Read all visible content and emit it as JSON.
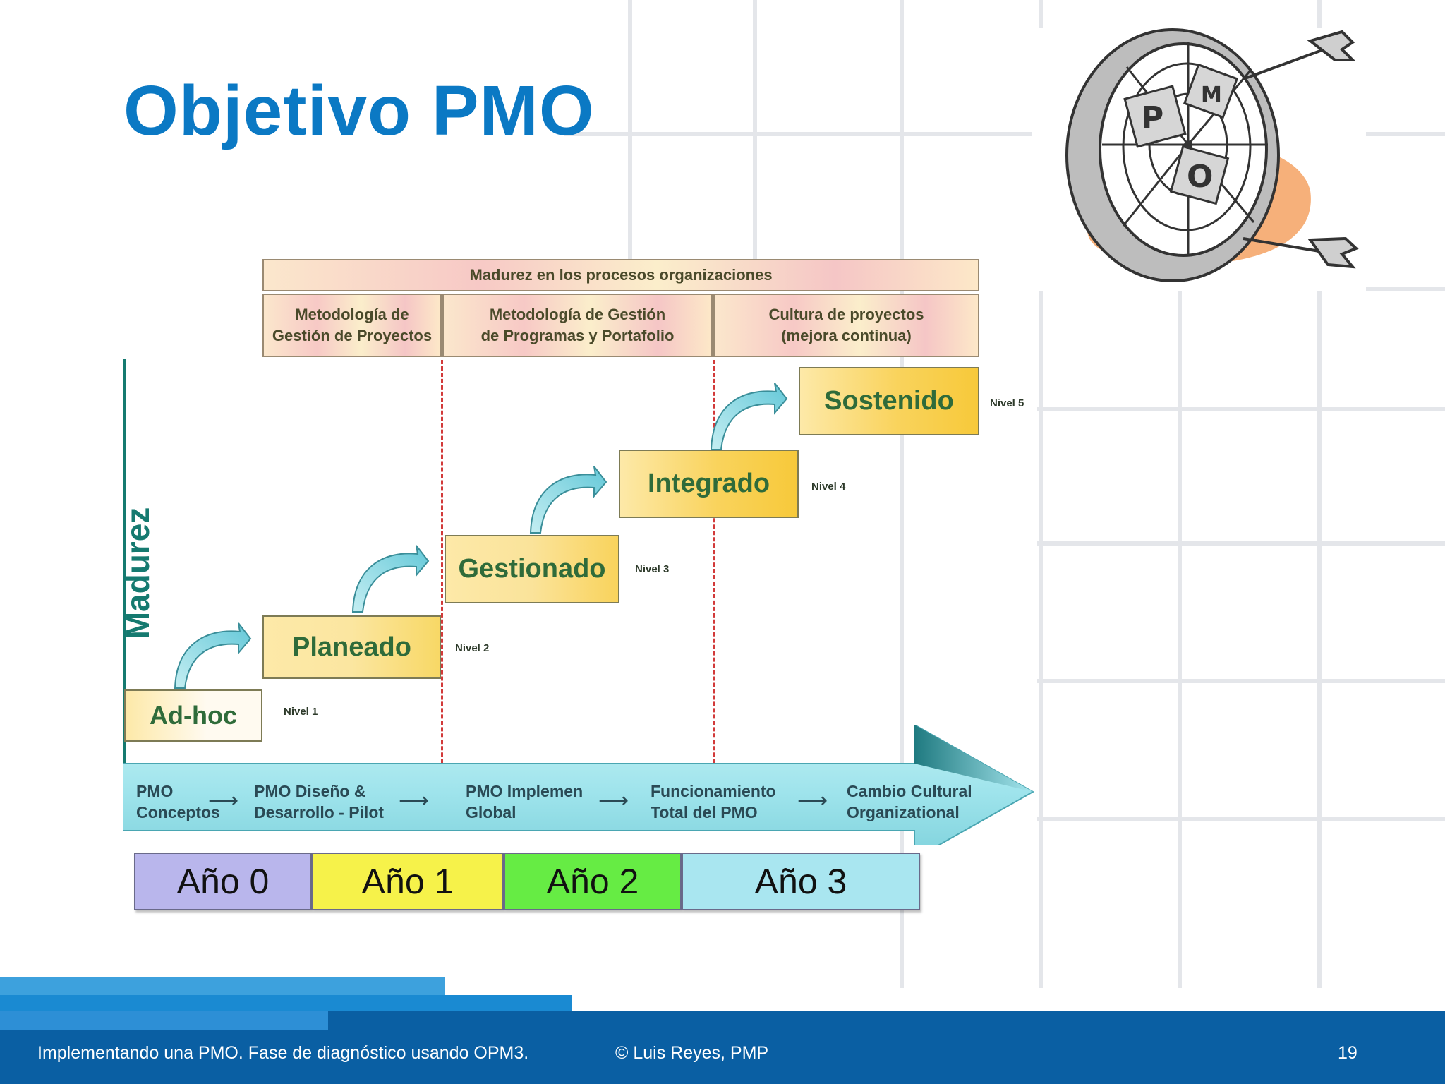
{
  "slide": {
    "title": "Objetivo PMO"
  },
  "diagram": {
    "header_top": "Madurez en los procesos organizaciones",
    "header_columns": [
      "Metodología de\nGestión de Proyectos",
      "Metodología de Gestión\nde Programas y Portafolio",
      "Cultura de proyectos\n(mejora continua)"
    ],
    "vertical_axis_label": "Madurez",
    "steps": [
      {
        "label": "Ad-hoc",
        "level": "Nivel 1"
      },
      {
        "label": "Planeado",
        "level": "Nivel 2"
      },
      {
        "label": "Gestionado",
        "level": "Nivel 3"
      },
      {
        "label": "Integrado",
        "level": "Nivel 4"
      },
      {
        "label": "Sostenido",
        "level": "Nivel 5"
      }
    ],
    "phases": [
      "PMO\nConceptos",
      "PMO Diseño &\nDesarrollo - Pilot",
      "PMO Implemen\nGlobal",
      "Funcionamiento\nTotal  del PMO",
      "Cambio Cultural\nOrganizational"
    ],
    "years": [
      {
        "label": "Año 0",
        "color": "#b9b6ec"
      },
      {
        "label": "Año 1",
        "color": "#f6f24a"
      },
      {
        "label": "Año 2",
        "color": "#66ec44"
      },
      {
        "label": "Año 3",
        "color": "#a9e6f0"
      }
    ]
  },
  "image": {
    "dartboard_icon": "dartboard-pmo-icon",
    "dartboard_letters": [
      "P",
      "M",
      "O"
    ]
  },
  "footer": {
    "left_text": "Implementando una PMO. Fase de diagnóstico usando OPM3.",
    "center_text": "© Luis Reyes, PMP",
    "page_number": "19"
  },
  "colors": {
    "title": "#0b79c4",
    "footer_bar": "#0a5fa3",
    "axis": "#157a70",
    "step_fill": "#f9d35c"
  }
}
